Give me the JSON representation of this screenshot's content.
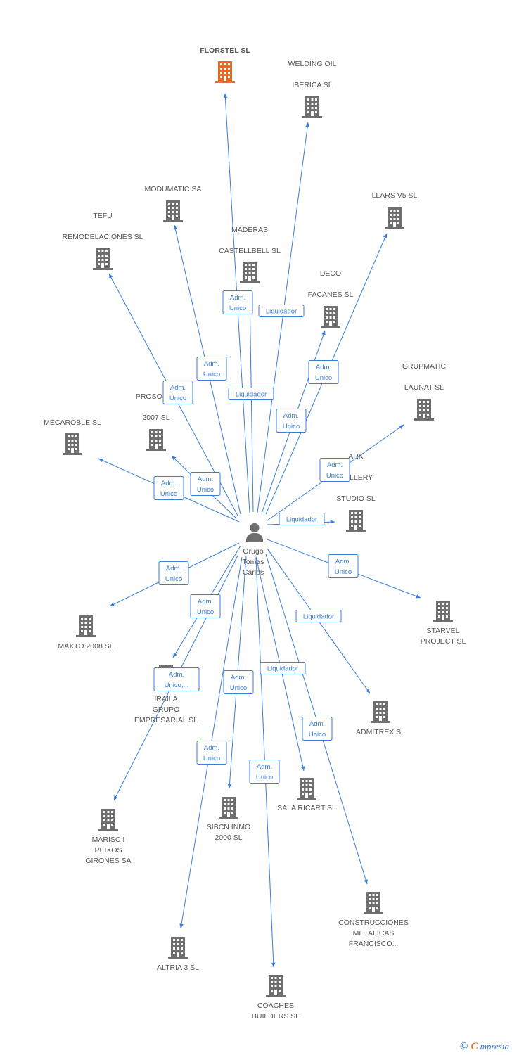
{
  "colors": {
    "edge": "#3a7dd8",
    "building": "#6f6f6f",
    "focus": "#f26522",
    "person": "#6f6f6f"
  },
  "person": {
    "lines": [
      "Orugo",
      "Tomas",
      "Carlos"
    ],
    "icon": "person-icon"
  },
  "companies": [
    {
      "id": "florstel",
      "lines": [
        "FLORSTEL SL"
      ],
      "focus": true,
      "icon": "building-icon"
    },
    {
      "id": "welding",
      "lines": [
        "WELDING OIL",
        "IBERICA SL"
      ],
      "icon": "building-icon"
    },
    {
      "id": "modumatic",
      "lines": [
        "MODUMATIC SA"
      ],
      "icon": "building-icon"
    },
    {
      "id": "llars",
      "lines": [
        "LLARS V5 SL"
      ],
      "icon": "building-icon"
    },
    {
      "id": "tefu",
      "lines": [
        "TEFU",
        "REMODELACIONES SL"
      ],
      "icon": "building-icon"
    },
    {
      "id": "maderas",
      "lines": [
        "MADERAS",
        "CASTELLBELL SL"
      ],
      "icon": "building-icon"
    },
    {
      "id": "deco",
      "lines": [
        "DECO",
        "FACANES SL"
      ],
      "icon": "building-icon"
    },
    {
      "id": "grupmatic",
      "lines": [
        "GRUPMATIC",
        "LAUNAT SL"
      ],
      "icon": "building-icon"
    },
    {
      "id": "prosolar",
      "lines": [
        "PROSOLAR",
        "2007 SL"
      ],
      "icon": "building-icon"
    },
    {
      "id": "mecaroble",
      "lines": [
        "MECAROBLE SL"
      ],
      "icon": "building-icon"
    },
    {
      "id": "ark",
      "lines": [
        "ARK",
        "GALLERY",
        "STUDIO SL"
      ],
      "icon": "building-icon"
    },
    {
      "id": "starvel",
      "lines": [
        "STARVEL",
        "PROJECT SL"
      ],
      "icon": "building-icon"
    },
    {
      "id": "maxto",
      "lines": [
        "MAXTO 2008 SL"
      ],
      "icon": "building-icon"
    },
    {
      "id": "iraila",
      "lines": [
        "IRAILA",
        "GRUPO",
        "EMPRESARIAL SL"
      ],
      "icon": "building-icon"
    },
    {
      "id": "admitrex",
      "lines": [
        "ADMITREX SL"
      ],
      "icon": "building-icon"
    },
    {
      "id": "marisc",
      "lines": [
        "MARISC I",
        "PEIXOS",
        "GIRONES SA"
      ],
      "icon": "building-icon"
    },
    {
      "id": "sibcn",
      "lines": [
        "SIBCN INMO",
        "2000 SL"
      ],
      "icon": "building-icon"
    },
    {
      "id": "sala",
      "lines": [
        "SALA RICART SL"
      ],
      "icon": "building-icon"
    },
    {
      "id": "construcciones",
      "lines": [
        "CONSTRUCCIONES",
        "METALICAS",
        "FRANCISCO..."
      ],
      "icon": "building-icon"
    },
    {
      "id": "altria",
      "lines": [
        "ALTRIA 3 SL"
      ],
      "icon": "building-icon"
    },
    {
      "id": "coaches",
      "lines": [
        "COACHES",
        "BUILDERS SL"
      ],
      "icon": "building-icon"
    }
  ],
  "relations": [
    {
      "target": "florstel",
      "lines": [
        "Adm.",
        "Unico"
      ]
    },
    {
      "target": "welding",
      "lines": [
        "Liquidador"
      ]
    },
    {
      "target": "modumatic",
      "lines": [
        "Adm.",
        "Unico"
      ]
    },
    {
      "target": "llars",
      "lines": [
        "Adm.",
        "Unico"
      ]
    },
    {
      "target": "tefu",
      "lines": [
        "Adm.",
        "Unico"
      ]
    },
    {
      "target": "maderas",
      "lines": [
        "Liquidador"
      ]
    },
    {
      "target": "deco",
      "lines": [
        "Adm.",
        "Unico"
      ]
    },
    {
      "target": "grupmatic",
      "lines": [
        "Adm.",
        "Unico"
      ]
    },
    {
      "target": "prosolar",
      "lines": [
        "Adm.",
        "Unico"
      ]
    },
    {
      "target": "mecaroble",
      "lines": [
        "Adm.",
        "Unico"
      ]
    },
    {
      "target": "ark",
      "lines": [
        "Liquidador"
      ]
    },
    {
      "target": "starvel",
      "lines": [
        "Adm.",
        "Unico"
      ]
    },
    {
      "target": "maxto",
      "lines": [
        "Adm.",
        "Unico"
      ]
    },
    {
      "target": "iraila",
      "lines": [
        "Adm.",
        "Unico,..."
      ]
    },
    {
      "target": "admitrex",
      "lines": [
        "Liquidador"
      ]
    },
    {
      "target": "marisc",
      "lines": [
        "Adm.",
        "Unico"
      ]
    },
    {
      "target": "sibcn",
      "lines": [
        "Adm.",
        "Unico"
      ]
    },
    {
      "target": "sala",
      "lines": [
        "Liquidador"
      ]
    },
    {
      "target": "construcciones",
      "lines": [
        "Adm.",
        "Unico"
      ]
    },
    {
      "target": "altria",
      "lines": [
        "Adm.",
        "Unico"
      ]
    },
    {
      "target": "coaches",
      "lines": [
        "Adm.",
        "Unico"
      ]
    }
  ],
  "footer": {
    "copyright": "©",
    "brand_first": "C",
    "brand_rest": "mpresia"
  }
}
